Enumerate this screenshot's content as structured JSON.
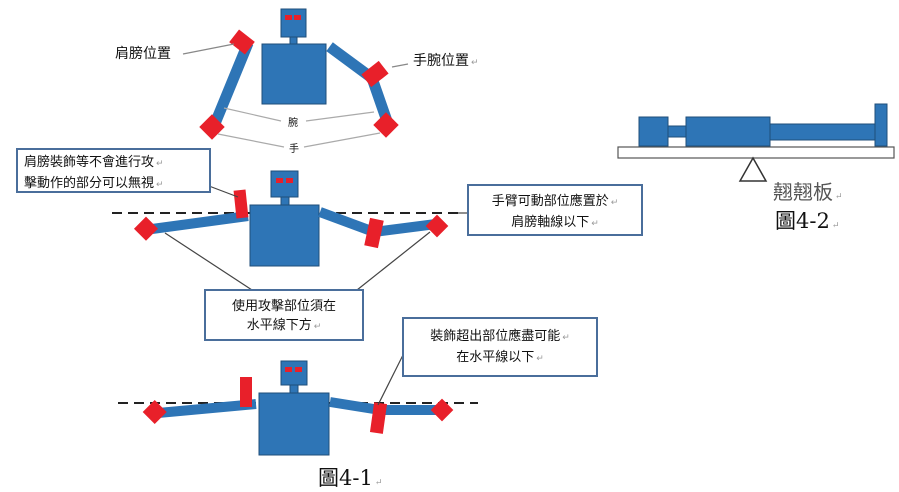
{
  "colors": {
    "robot": "#2e75b6",
    "joint": "#e8202a",
    "outline": "#1f4e79",
    "box_border": "#4a6e9b"
  },
  "labels": {
    "shoulder_position": "肩膀位置",
    "wrist_position": "手腕位置",
    "wrist_char": "腕",
    "hand_char": "手",
    "box_decoration_shoulder_line1": "肩膀裝飾等不會進行攻",
    "box_decoration_shoulder_line2": "擊動作的部分可以無視",
    "box_arm_movable_line1": "手臂可動部位應置於",
    "box_arm_movable_line2": "肩膀軸線以下",
    "box_attack_part_line1": "使用攻擊部位須在",
    "box_attack_part_line2": "水平線下方",
    "box_decoration_over_line1": "裝飾超出部位應盡可能",
    "box_decoration_over_line2": "在水平線以下",
    "seesaw": "翹翹板",
    "figure_4_2": "圖4-2",
    "figure_4_1": "圖4-1",
    "return_mark": "↵"
  }
}
